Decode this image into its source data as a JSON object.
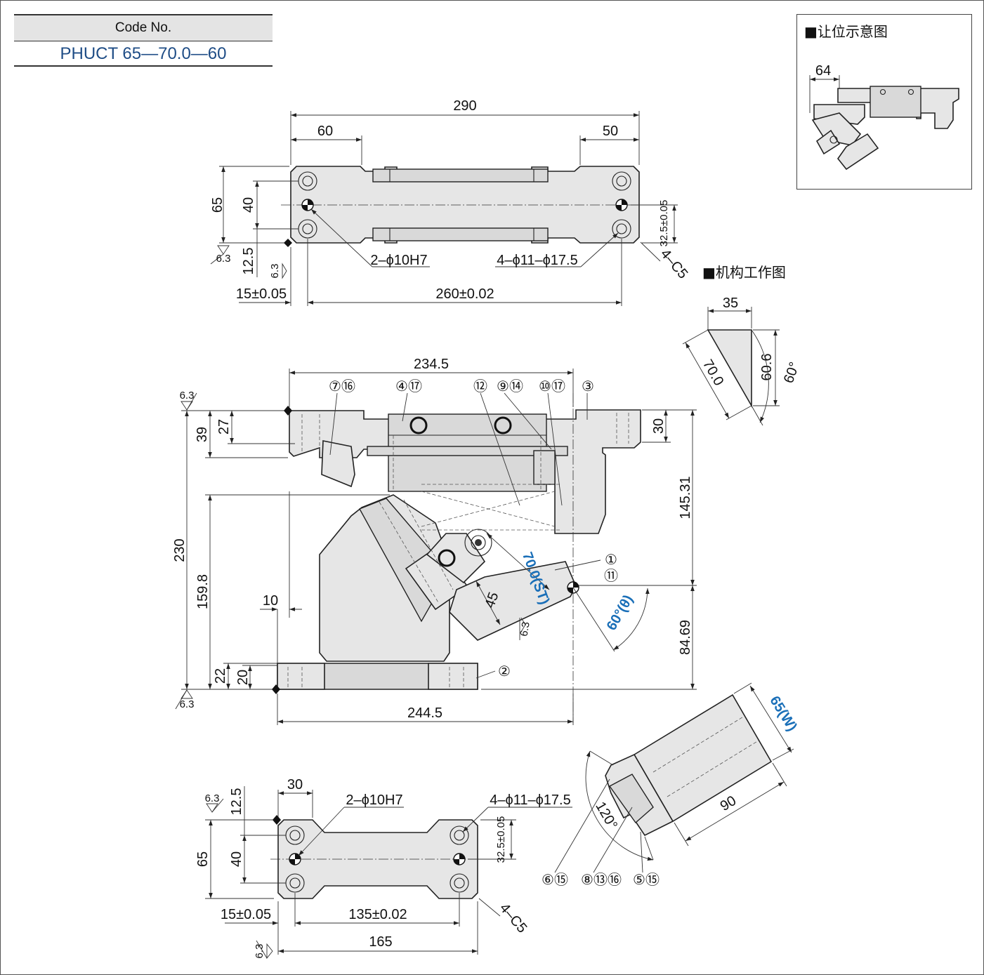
{
  "code": {
    "header": "Code No.",
    "value": "PHUCT 65—70.0—60"
  },
  "inset": {
    "title": "■让位示意图",
    "dim_64": "64"
  },
  "mechanism": {
    "title": "■机构工作图"
  },
  "top_view": {
    "width_290": "290",
    "d60": "60",
    "d50": "50",
    "h65": "65",
    "h40": "40",
    "h12_5": "12.5",
    "h32_5": "32.5±0.05",
    "d15": "15±0.05",
    "d260": "260±0.02",
    "hole_pin": "2–ϕ10H7",
    "hole_bolt": "4–ϕ11–ϕ17.5",
    "chamfer": "4–C5"
  },
  "front_view": {
    "w234_5": "234.5",
    "w244_5": "244.5",
    "h230": "230",
    "h159_8": "159.8",
    "h39": "39",
    "h27": "27",
    "h30": "30",
    "h145_31": "145.31",
    "h84_69": "84.69",
    "d10": "10",
    "h22": "22",
    "h20": "20",
    "d45": "45",
    "stroke": "70.0(ST)",
    "angle": "60°(θ)"
  },
  "balloons": [
    {
      "id": "b7",
      "text": "⑦⑯"
    },
    {
      "id": "b4",
      "text": "④⑰"
    },
    {
      "id": "b12",
      "text": "⑫"
    },
    {
      "id": "b9",
      "text": "⑨⑭"
    },
    {
      "id": "b10",
      "text": "⑩⑰"
    },
    {
      "id": "b3",
      "text": "③"
    },
    {
      "id": "b1",
      "text": "①"
    },
    {
      "id": "b11",
      "text": "⑪"
    },
    {
      "id": "b2",
      "text": "②"
    },
    {
      "id": "b6",
      "text": "⑥⑮"
    },
    {
      "id": "b8",
      "text": "⑧⑬⑯"
    },
    {
      "id": "b5",
      "text": "⑤⑮"
    }
  ],
  "stroke_diagram": {
    "d35": "35",
    "d70": "70.0",
    "d60_6": "60.6",
    "angle60": "60°"
  },
  "slide_view": {
    "w65": "65(W)",
    "d90": "90",
    "angle120": "120°"
  },
  "bottom_view": {
    "d30": "30",
    "h12_5": "12.5",
    "h65": "65",
    "h40": "40",
    "h32_5": "32.5±0.05",
    "d15": "15±0.05",
    "d135": "135±0.02",
    "d165": "165",
    "hole_pin": "2–ϕ10H7",
    "hole_bolt": "4–ϕ11–ϕ17.5",
    "chamfer": "4–C5"
  },
  "roughness": "6.3"
}
